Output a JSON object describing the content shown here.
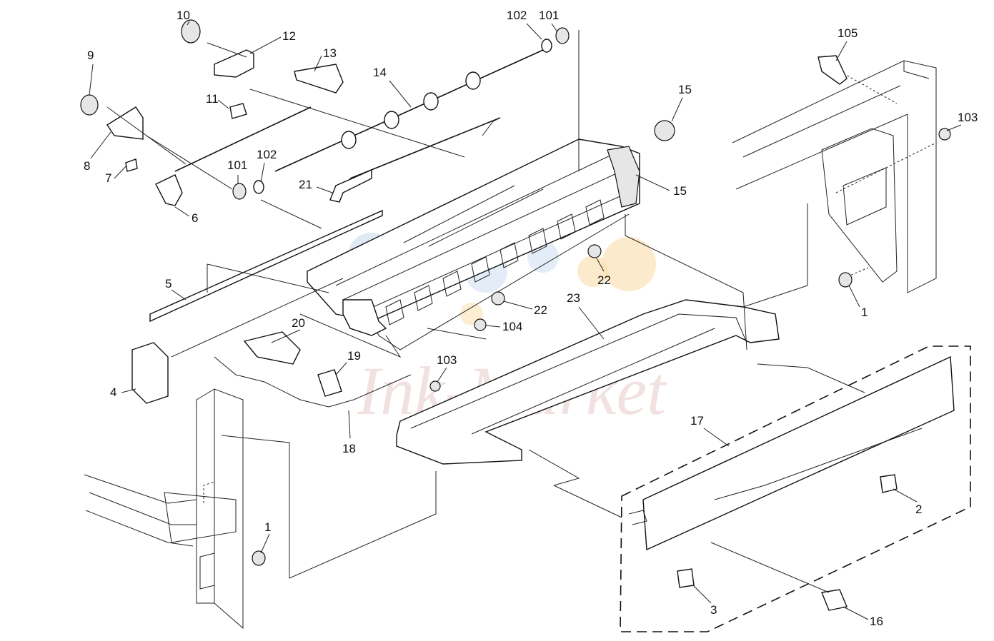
{
  "watermark": "Ink-Market",
  "callouts": [
    "1",
    "1",
    "2",
    "3",
    "4",
    "5",
    "6",
    "7",
    "8",
    "9",
    "10",
    "11",
    "12",
    "13",
    "14",
    "15",
    "15",
    "16",
    "17",
    "18",
    "19",
    "20",
    "21",
    "22",
    "22",
    "23",
    "101",
    "101",
    "102",
    "102",
    "103",
    "103",
    "104",
    "105"
  ]
}
